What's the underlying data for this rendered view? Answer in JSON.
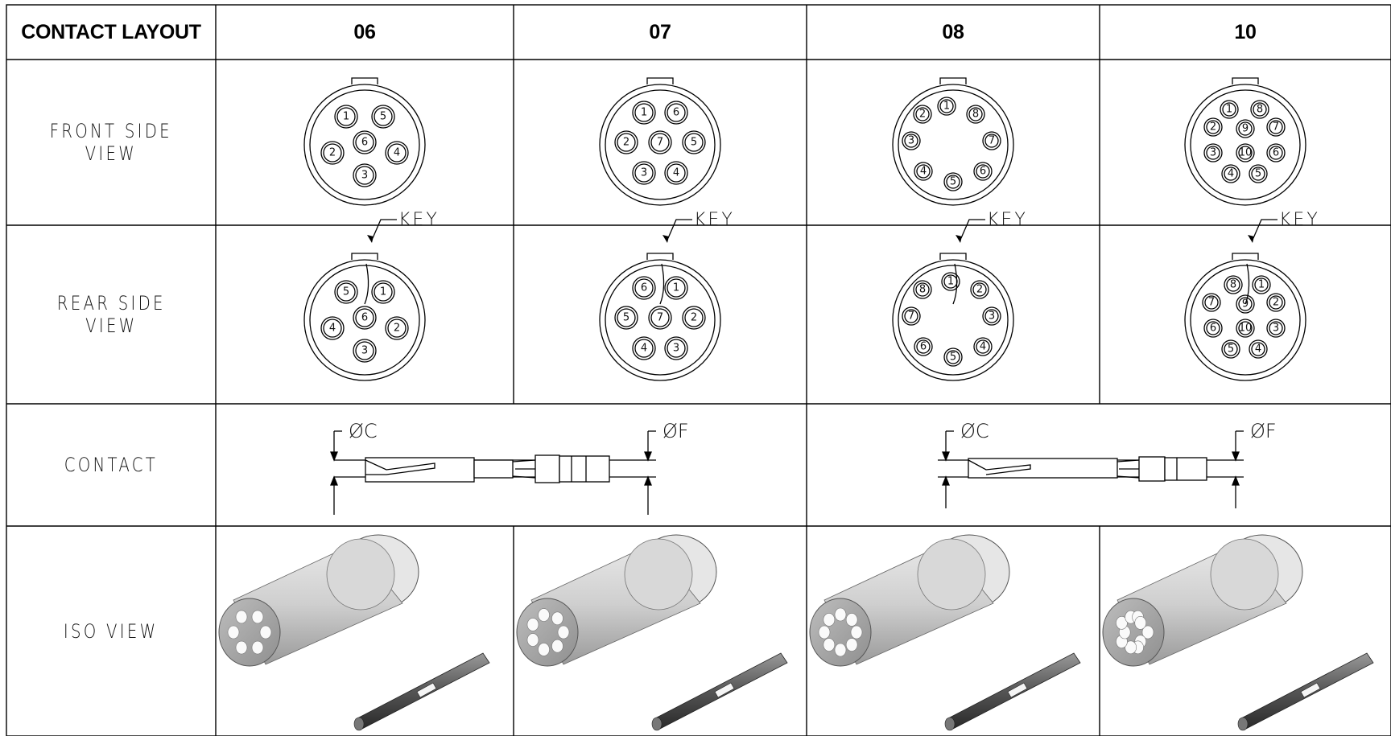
{
  "table": {
    "corner_label": "CONTACT LAYOUT",
    "columns": [
      "06",
      "07",
      "08",
      "10"
    ],
    "rows": {
      "front": "FRONT SIDE\nVIEW",
      "rear": "REAR SIDE\nVIEW",
      "contact": "CONTACT",
      "iso": "ISO VIEW"
    }
  },
  "annotations": {
    "key": "KEY",
    "dia_c": "ØC",
    "dia_f": "ØF"
  },
  "layouts": {
    "front": [
      [
        "1",
        "5",
        "2",
        "6",
        "4",
        "3"
      ],
      [
        "1",
        "6",
        "2",
        "7",
        "5",
        "3",
        "4"
      ],
      [
        "1",
        "8",
        "2",
        "7",
        "3",
        "6",
        "4",
        "5"
      ],
      [
        "1",
        "8",
        "2",
        "9",
        "7",
        "3",
        "10",
        "6",
        "4",
        "5"
      ]
    ],
    "rear": [
      [
        "5",
        "1",
        "4",
        "6",
        "2",
        "3"
      ],
      [
        "6",
        "1",
        "5",
        "7",
        "2",
        "4",
        "3"
      ],
      [
        "1",
        "8",
        "2",
        "7",
        "3",
        "6",
        "4",
        "5"
      ],
      [
        "8",
        "1",
        "7",
        "9",
        "2",
        "6",
        "10",
        "3",
        "5",
        "4"
      ]
    ]
  },
  "colors": {
    "line": "#000000",
    "body_shade": "#cfcfcf",
    "contact_shade": "#555555"
  }
}
